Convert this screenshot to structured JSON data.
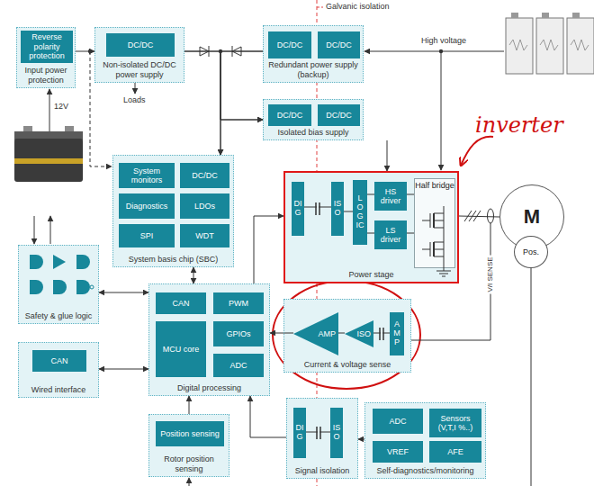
{
  "diagram": {
    "nodes": [
      {
        "text": [
          "Input power protection"
        ]
      },
      {
        "text": [
          "Reverse polarity protection"
        ],
        "in": 0
      },
      {
        "text": [
          "Non-isolated DC/DC power supply"
        ]
      },
      {
        "text": [
          "DC/DC"
        ],
        "in": 2
      },
      {
        "text": [
          "Redundant power supply (backup)"
        ]
      },
      {
        "text": [
          "DC/DC"
        ],
        "in": 4
      },
      {
        "text": [
          "DC/DC"
        ],
        "in": 4
      },
      {
        "text": [
          "Isolated bias supply"
        ]
      },
      {
        "text": [
          "DC/DC"
        ],
        "in": 7
      },
      {
        "text": [
          "DC/DC"
        ],
        "in": 7
      },
      {
        "text": [
          "System basis chip (SBC)"
        ]
      },
      {
        "text": [
          "System monitors"
        ],
        "in": 10
      },
      {
        "text": [
          "DC/DC"
        ],
        "in": 10
      },
      {
        "text": [
          "Diagnostics"
        ],
        "in": 10
      },
      {
        "text": [
          "LDOs"
        ],
        "in": 10
      },
      {
        "text": [
          "SPI"
        ],
        "in": 10
      },
      {
        "text": [
          "WDT"
        ],
        "in": 10
      },
      {
        "text": [
          "Power stage"
        ]
      },
      {
        "text": [
          "DIG"
        ],
        "in": 17
      },
      {
        "text": [
          "ISO"
        ],
        "in": 17
      },
      {
        "text": [
          "LOGIC"
        ],
        "in": 17
      },
      {
        "text": [
          "HS driver"
        ],
        "in": 17
      },
      {
        "text": [
          "LS driver"
        ],
        "in": 17
      },
      {
        "text": [
          "Half bridge"
        ],
        "in": 17
      },
      {
        "text": [
          "Safety & glue logic"
        ]
      },
      {
        "text": [
          "Digital processing"
        ]
      },
      {
        "text": [
          "CAN"
        ],
        "in": 25
      },
      {
        "text": [
          "PWM"
        ],
        "in": 25
      },
      {
        "text": [
          "MCU core"
        ],
        "in": 25
      },
      {
        "text": [
          "GPIOs"
        ],
        "in": 25
      },
      {
        "text": [
          "ADC"
        ],
        "in": 25
      },
      {
        "text": [
          "Current & voltage sense"
        ]
      },
      {
        "text": [
          "AMP"
        ],
        "in": 31
      },
      {
        "text": [
          "ISO"
        ],
        "in": 31
      },
      {
        "text": [
          "AMP"
        ],
        "in": 31
      },
      {
        "text": [
          "Wired interface"
        ]
      },
      {
        "text": [
          "CAN"
        ],
        "in": 35
      },
      {
        "text": [
          "Rotor position sensing"
        ]
      },
      {
        "text": [
          "Position sensing"
        ],
        "in": 37
      },
      {
        "text": [
          "Signal isolation"
        ]
      },
      {
        "text": [
          "DIG"
        ],
        "in": 39
      },
      {
        "text": [
          "ISO"
        ],
        "in": 39
      },
      {
        "text": [
          "Self-diagnostics/monitoring"
        ]
      },
      {
        "text": [
          "ADC"
        ],
        "in": 42
      },
      {
        "text": [
          "Sensors (V,T,I %..)"
        ],
        "in": 42
      },
      {
        "text": [
          "VREF"
        ],
        "in": 42
      },
      {
        "text": [
          "AFE"
        ],
        "in": 42
      },
      {
        "text": [
          "M"
        ]
      },
      {
        "text": [
          "Pos."
        ]
      }
    ],
    "edges": [
      {
        "from": 0,
        "to": 2,
        "arrow": "to"
      },
      {
        "from": 2,
        "to": 10,
        "arrow": "to"
      },
      {
        "from": 4,
        "to": 10,
        "arrow": "to"
      },
      {
        "from": 2,
        "to": 7,
        "arrow": "to"
      },
      {
        "from": 4,
        "to": 7,
        "arrow": "to"
      },
      {
        "from": 7,
        "to": 17,
        "arrow": "to"
      },
      {
        "from": 10,
        "to": 25,
        "arrow": "both"
      },
      {
        "from": 25,
        "to": 24,
        "arrow": "both"
      },
      {
        "from": 25,
        "to": 17,
        "arrow": "to"
      },
      {
        "from": 32,
        "to": 25,
        "arrow": "to"
      },
      {
        "from": 33,
        "to": 32,
        "arrow": "none"
      },
      {
        "from": 34,
        "to": 33,
        "arrow": "none"
      },
      {
        "from": 35,
        "to": 25,
        "arrow": "both"
      },
      {
        "from": 37,
        "to": 25,
        "arrow": "to"
      },
      {
        "from": 39,
        "to": 25,
        "arrow": "to"
      },
      {
        "from": 42,
        "to": 39,
        "arrow": "to"
      },
      {
        "from": 17,
        "to": 47,
        "arrow": "none"
      },
      {
        "from": 19,
        "to": 20,
        "arrow": "none"
      },
      {
        "from": 20,
        "to": 21,
        "arrow": "none"
      },
      {
        "from": 20,
        "to": 22,
        "arrow": "none"
      },
      {
        "from": 21,
        "to": 23,
        "arrow": "none"
      },
      {
        "from": 22,
        "to": 23,
        "arrow": "none"
      },
      {
        "from": 18,
        "to": 19,
        "arrow": "none"
      },
      {
        "from": 40,
        "to": 41,
        "arrow": "none"
      }
    ],
    "labels": [
      "Galvanic isolation",
      "High voltage",
      "Loads",
      "12V",
      "inverter",
      "V/I SENSE"
    ]
  }
}
